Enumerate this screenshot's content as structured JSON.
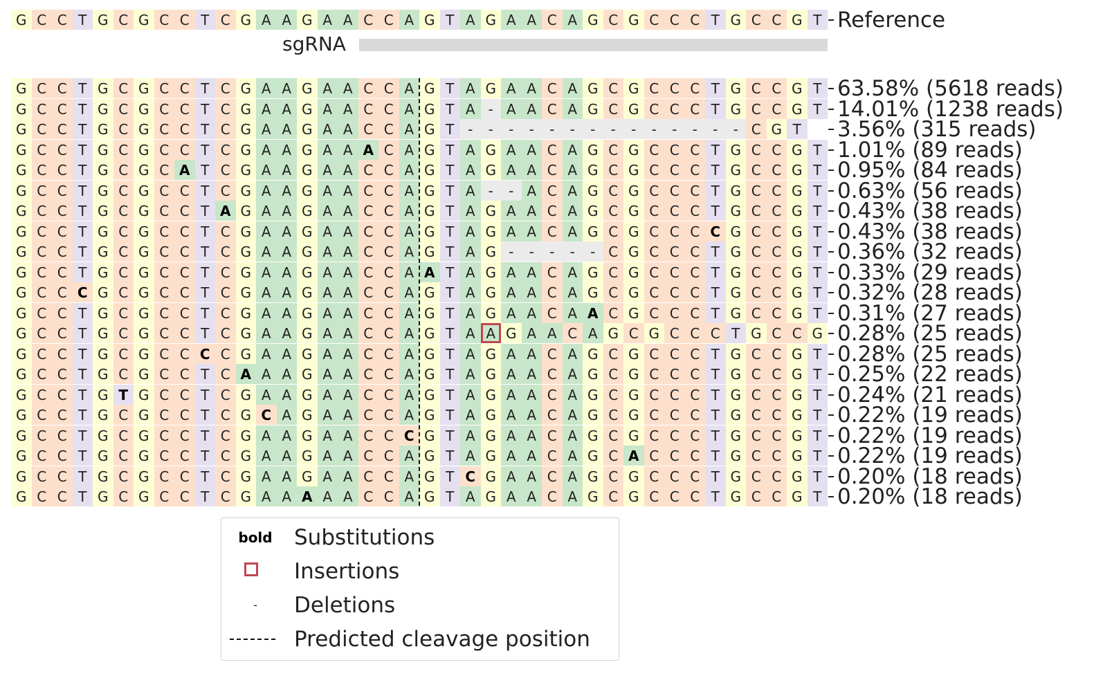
{
  "reference": {
    "sequence": "GCCTGCGCCTCGAAGAACCAGTAGAACAGCGCCCTGCCGT",
    "label": "Reference"
  },
  "sgrna": {
    "label": "sgRNA"
  },
  "colors": {
    "A": "#c8e6c9",
    "C": "#fde0cc",
    "G": "#fefed4",
    "T": "#e5e0f0",
    "-": "#ebebeb",
    "insertion": "#c0474f"
  },
  "alleles": [
    {
      "seq": "GCCTGCGCCTCGAAGAACCAGTAGAACAGCGCCCTGCCGT",
      "subs": [],
      "ins": [],
      "label": "63.58% (5618 reads)"
    },
    {
      "seq": "GCCTGCGCCTCGAAGAACCAGTA-AACAGCGCCCTGCCGT",
      "subs": [],
      "ins": [],
      "label": "14.01% (1238 reads)"
    },
    {
      "seq": "GCCTGCGCCTCGAAGAACCAGT--------------CGT",
      "subs": [],
      "ins": [],
      "label": "3.56% (315 reads)"
    },
    {
      "seq": "GCCTGCGCCTCGAAGAAACAGTAGAACAGCGCCCTGCCGT",
      "subs": [
        17
      ],
      "ins": [],
      "label": "1.01% (89 reads)"
    },
    {
      "seq": "GCCTGCGCATCGAAGAACCAGTAGAACAGCGCCCTGCCGT",
      "subs": [
        8
      ],
      "ins": [],
      "label": "0.95% (84 reads)"
    },
    {
      "seq": "GCCTGCGCCTCGAAGAACCAGTA--ACAGCGCCCTGCCGT",
      "subs": [],
      "ins": [],
      "label": "0.63% (56 reads)"
    },
    {
      "seq": "GCCTGCGCCTAGAAGAACCAGTAGAACAGCGCCCTGCCGT",
      "subs": [
        10
      ],
      "ins": [],
      "label": "0.43% (38 reads)"
    },
    {
      "seq": "GCCTGCGCCTCGAAGAACCAGTAGAACAGCGCCCCGCCGT",
      "subs": [
        34
      ],
      "ins": [],
      "label": "0.43% (38 reads)"
    },
    {
      "seq": "GCCTGCGCCTCGAAGAACCAGTAG-----CGCCCTGCCGT",
      "subs": [],
      "ins": [],
      "label": "0.36% (32 reads)"
    },
    {
      "seq": "GCCTGCGCCTCGAAGAACCAATAGAACAGCGCCCTGCCGT",
      "subs": [
        20
      ],
      "ins": [],
      "label": "0.33% (29 reads)"
    },
    {
      "seq": "GCCCGCGCCTCGAAGAACCAGTAGAACAGCGCCCTGCCGT",
      "subs": [
        3
      ],
      "ins": [],
      "label": "0.32% (28 reads)"
    },
    {
      "seq": "GCCTGCGCCTCGAAGAACCAGTAGAACAACGCCCTGCCGT",
      "subs": [
        28
      ],
      "ins": [],
      "label": "0.31% (27 reads)"
    },
    {
      "seq": "GCCTGCGCCTCGAAGAACCAGTAAGAACAGCGCCCTGCCG",
      "subs": [],
      "ins": [
        23
      ],
      "label": "0.28% (25 reads)"
    },
    {
      "seq": "GCCTGCGCCCCGAAGAACCAGTAGAACAGCGCCCTGCCGT",
      "subs": [
        9
      ],
      "ins": [],
      "label": "0.28% (25 reads)"
    },
    {
      "seq": "GCCTGCGCCTCAAAGAACCAGTAGAACAGCGCCCTGCCGT",
      "subs": [
        11
      ],
      "ins": [],
      "label": "0.25% (22 reads)"
    },
    {
      "seq": "GCCTGTGCCTCGAAGAACCAGTAGAACAGCGCCCTGCCGT",
      "subs": [
        5
      ],
      "ins": [],
      "label": "0.24% (21 reads)"
    },
    {
      "seq": "GCCTGCGCCTCGCAGAACCAGTAGAACAGCGCCCTGCCGT",
      "subs": [
        12
      ],
      "ins": [],
      "label": "0.22% (19 reads)"
    },
    {
      "seq": "GCCTGCGCCTCGAAGAACCCGTAGAACAGCGCCCTGCCGT",
      "subs": [
        19
      ],
      "ins": [],
      "label": "0.22% (19 reads)"
    },
    {
      "seq": "GCCTGCGCCTCGAAGAACCAGTAGAACAGCACCCTGCCGT",
      "subs": [
        30
      ],
      "ins": [],
      "label": "0.22% (19 reads)"
    },
    {
      "seq": "GCCTGCGCCTCGAAGAACCAGTCGAACAGCGCCCTGCCGT",
      "subs": [
        22
      ],
      "ins": [],
      "label": "0.20% (18 reads)"
    },
    {
      "seq": "GCCTGCGCCTCGAAAAACCAGTAGAACAGCGCCCTGCCGT",
      "subs": [
        14
      ],
      "ins": [],
      "label": "0.20% (18 reads)"
    }
  ],
  "legend": {
    "bold_symbol": "bold",
    "substitutions": "Substitutions",
    "insertions": "Insertions",
    "deletion_symbol": "-",
    "deletions": "Deletions",
    "cleavage": "Predicted cleavage position"
  }
}
